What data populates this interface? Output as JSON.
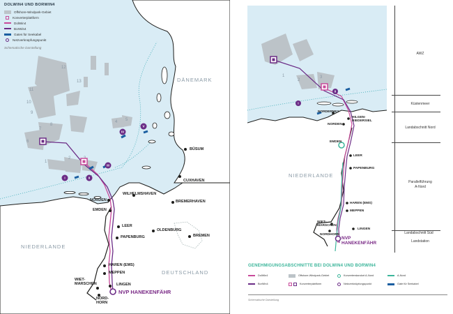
{
  "left_map": {
    "title": "DOLWIN4 UND BORWIN4",
    "legend": [
      {
        "key": "wind",
        "label": "Offshore-Windpark-Gebiet"
      },
      {
        "key": "konv",
        "label": "Konverterplattform"
      },
      {
        "key": "dolwin",
        "label": "DolWin4"
      },
      {
        "key": "borwin",
        "label": "BorWin4"
      },
      {
        "key": "gates",
        "label": "Gates für Seekabel"
      },
      {
        "key": "netz",
        "label": "Netzverknüpfungspunkt"
      }
    ],
    "note": "Schematische Darstellung",
    "countries": {
      "dk": "DÄNEMARK",
      "nl": "NIEDERLANDE",
      "de": "DEUTSCHLAND"
    },
    "cities": {
      "buesum": "BÜSUM",
      "cuxhaven": "CUXHAVEN",
      "wilhelmshaven": "WILHELMSHAVEN",
      "bremerhaven": "BREMERHAVEN",
      "norden": "NORDEN",
      "emden": "EMDEN",
      "leer": "LEER",
      "oldenburg": "OLDENBURG",
      "bremen": "BREMEN",
      "papenburg": "PAPENBURG",
      "haren": "HAREN (EMS)",
      "meppen": "MEPPEN",
      "wiet": "WIET-\nMARSCHEN",
      "lingen": "LINGEN",
      "nordhorn": "NORD-\nHORN"
    },
    "nvp": "NVP HANEKENFÄHR",
    "gates": [
      "I",
      "II",
      "III",
      "IV",
      "V"
    ],
    "zone_numbers": [
      "1",
      "2",
      "3",
      "4",
      "5",
      "6",
      "7",
      "8",
      "9",
      "10",
      "11",
      "12",
      "13"
    ]
  },
  "right_map": {
    "zones": [
      {
        "key": "awz",
        "label": "AWZ"
      },
      {
        "key": "kuest",
        "label": "Küstenmeer"
      },
      {
        "key": "land_nord",
        "label": "Landabschnitt Nord"
      },
      {
        "key": "parallel",
        "label": "Parallelführung\nA-Nord"
      },
      {
        "key": "land_sued",
        "label": "Landabschnitt Süd"
      },
      {
        "key": "landstation",
        "label": "Landstation"
      }
    ],
    "country": "NIEDERLANDE",
    "cities": {
      "norderney": "NORDERNEY",
      "hilgen": "HILGEN-\nRIEDERSIEL",
      "norden": "NORDEN",
      "emden": "EMDEN",
      "leer": "LEER",
      "papenburg": "PAPENBURG",
      "haren": "HAREN (EMS)",
      "meppen": "MEPPEN",
      "wiet": "WIET-\nMARSCHEN",
      "lingen": "LINGEN",
      "nordhorn": "NORDHORN"
    },
    "nvp": "NVP\nHANEKENFÄHR",
    "gates": [
      "I",
      "II"
    ],
    "zone_numbers": [
      "1",
      "2",
      "3"
    ]
  },
  "bottom_legend": {
    "title": "GENEHMIGUNGSABSCHNITTE BEI DOLWIN4 UND BORWIN4",
    "items": [
      {
        "key": "dolwin",
        "label": "DolWin4"
      },
      {
        "key": "wind",
        "label": "Offshore-Windpark-Gebiet"
      },
      {
        "key": "konvstat",
        "label": "Konverterstandort A-Nord"
      },
      {
        "key": "anord",
        "label": "A-Nord"
      },
      {
        "key": "borwin",
        "label": "BorWin4"
      },
      {
        "key": "konv",
        "label": "Konverterplattform"
      },
      {
        "key": "netz",
        "label": "Netzverknüpfungspunkt"
      },
      {
        "key": "gates",
        "label": "Gate für Seekabel"
      }
    ],
    "note": "Schematische Darstellung"
  },
  "colors": {
    "sea": "#d9ecf5",
    "land": "#ffffff",
    "coast": "#1d1d1b",
    "wind": "#bcc3c8",
    "dolwin": "#c84a9a",
    "borwin": "#6b2c86",
    "gate": "#1a5ea0",
    "anord": "#3bb59a",
    "dotted": "#36a8b4",
    "grey_text": "#8a9aa6"
  }
}
